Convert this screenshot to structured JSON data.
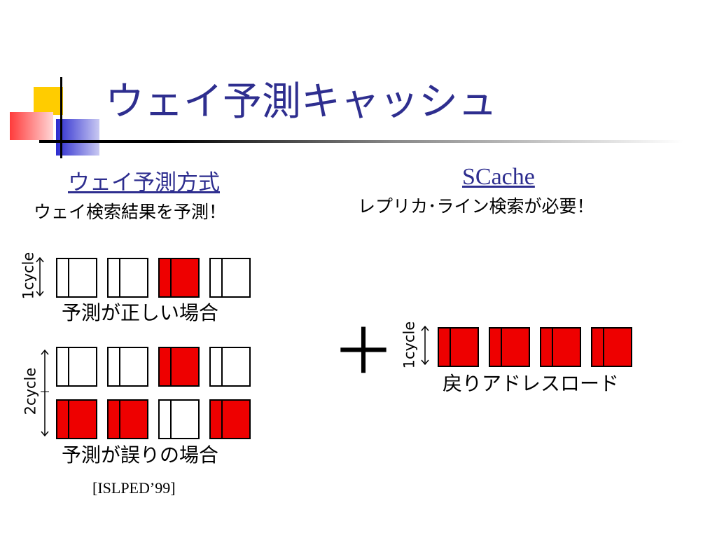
{
  "slide": {
    "title": "ウェイ予測キャッシュ"
  },
  "left": {
    "heading": "ウェイ予測方式",
    "subheading": "ウェイ検索結果を予測！",
    "row1_label": "1cycle",
    "row1_caption": "予測が正しい場合",
    "row2_label": "2cycle",
    "row2_caption": "予測が誤りの場合",
    "citation": "[ISLPED’99]"
  },
  "right": {
    "heading": "SCache",
    "subheading": "レプリカ･ライン検索が必要！",
    "row_label": "1cycle",
    "caption": "戻りアドレスロード"
  },
  "plus_sign": "＋",
  "colors": {
    "title": "#2e2e8f",
    "hit": "#ee0000"
  },
  "way_rows": {
    "correct": [
      "white",
      "white",
      "red",
      "white"
    ],
    "wrong_first": [
      "white",
      "white",
      "red",
      "white"
    ],
    "wrong_second": [
      "red",
      "red",
      "white",
      "red"
    ],
    "scache": [
      "red",
      "red",
      "red",
      "red"
    ]
  }
}
